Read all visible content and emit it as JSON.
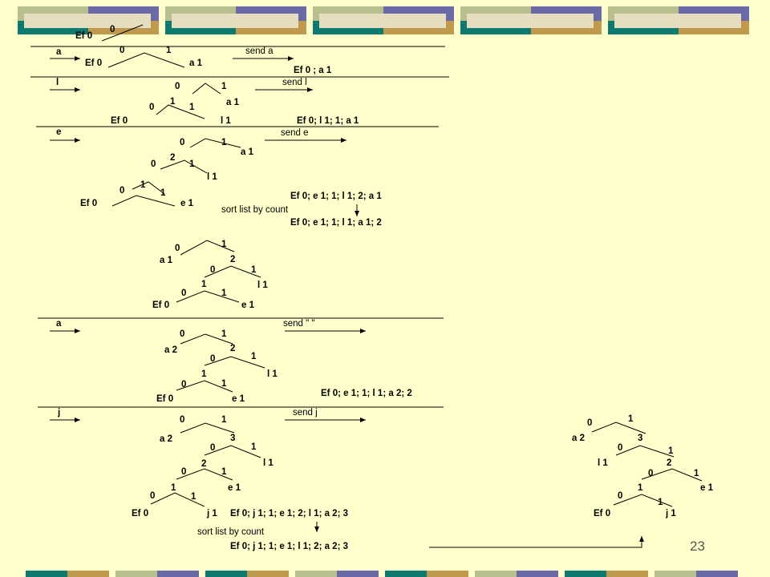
{
  "colors": {
    "background": "#ffffcc",
    "band_green": "#b8be8c",
    "band_purple": "#6a6aa8",
    "band_teal": "#0d7a70",
    "band_gold": "#c09a4c",
    "band_light": "#e6ddc0"
  },
  "page_number": "23",
  "steps": {
    "init": {
      "t_ef0": "Ef 0",
      "t_0": "0"
    },
    "a1": {
      "input": "a",
      "t_0": "0",
      "t_1": "1",
      "ef": "Ef 0",
      "leaf_a": "a 1",
      "send": "send a",
      "list": "Ef 0 ; a 1"
    },
    "l": {
      "input": "l",
      "send": "send l",
      "list": "Ef 0;   l 1;   1;     a 1",
      "labels": {
        "b1_0": "0",
        "b1_1": "1",
        "leaf_a": "a 1",
        "b2_0": "0",
        "b2_1": "1",
        "ef": "Ef 0",
        "leaf_l": "l 1"
      }
    },
    "e": {
      "input": "e",
      "send": "send e",
      "list_before": "Ef 0; e 1; 1; l 1; 2; a 1",
      "sort_label": "sort list  by count",
      "list_after": "Ef 0; e 1; 1; l 1; a 1; 2",
      "labels": {
        "b1_0": "0",
        "b1_1": "1",
        "leaf_a": "a 1",
        "w2": "2",
        "b2_0": "0",
        "b2_1": "1",
        "leaf_l": "l 1",
        "w1": "1",
        "b3_0": "0",
        "b3_1": "1",
        "ef": "Ef 0",
        "leaf_e": "e 1"
      }
    },
    "sorted": {
      "labels": {
        "b1_0": "0",
        "b1_1": "1",
        "leaf_a": "a 1",
        "w2": "2",
        "b2_0": "0",
        "b2_1": "1",
        "w1": "1",
        "leaf_l": "l 1",
        "b3_0": "0",
        "b3_1": "1",
        "ef": "Ef 0",
        "leaf_e": "e 1"
      }
    },
    "a2": {
      "input": "a",
      "send": "send \" \"",
      "list": "Ef 0; e 1; 1; l 1; a 2; 2",
      "labels": {
        "b1_0": "0",
        "b1_1": "1",
        "leaf_a": "a 2",
        "w2": "2",
        "b2_0": "0",
        "b2_1": "1",
        "w1": "1",
        "leaf_l": "l 1",
        "b3_0": "0",
        "b3_1": "1",
        "ef": "Ef 0",
        "leaf_e": "e 1"
      }
    },
    "j": {
      "input": "j",
      "send": "send j",
      "list_before": "Ef 0; j 1; 1; e 1; 2; l 1; a 2; 3",
      "sort_label": "sort list  by count",
      "list_after": "Ef 0; j 1; 1; e 1; l 1; 2; a 2; 3",
      "labels": {
        "b1_0": "0",
        "b1_1": "1",
        "leaf_a": "a 2",
        "w3": "3",
        "b2_0": "0",
        "b2_1": "1",
        "w2": "2",
        "leaf_l": "l 1",
        "b3_0": "0",
        "b3_1": "1",
        "w1": "1",
        "leaf_e": "e 1",
        "b4_0": "0",
        "b4_1": "1",
        "ef": "Ef 0",
        "leaf_j": "j 1"
      }
    },
    "final": {
      "labels": {
        "b1_0": "0",
        "b1_1": "1",
        "leaf_a": "a 2",
        "w3": "3",
        "b2_0": "0",
        "b2_1": "1",
        "leaf_l": "l 1",
        "w2": "2",
        "b3_0": "0",
        "b3_1": "1",
        "w1": "1",
        "leaf_e": "e 1",
        "b4_0": "0",
        "b4_1": "1",
        "ef": "Ef 0",
        "leaf_j": "j 1"
      }
    }
  }
}
